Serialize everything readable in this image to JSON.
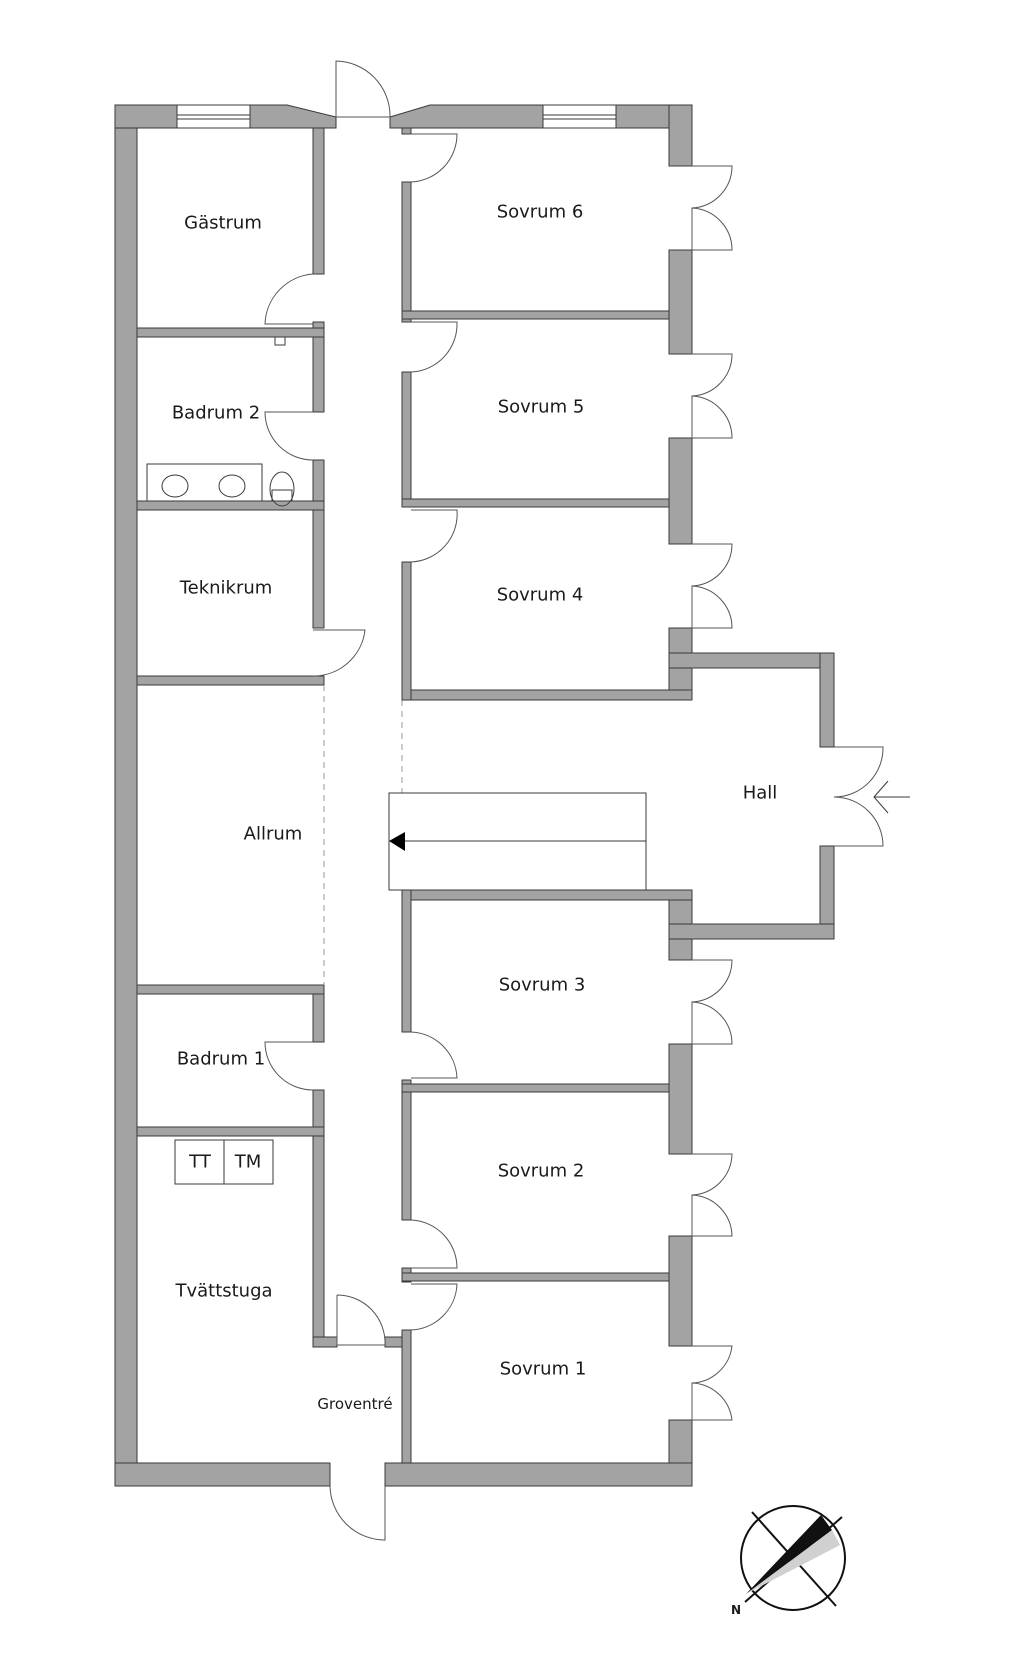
{
  "floorplan": {
    "rooms": [
      {
        "id": "gastrum",
        "label": "Gästrum"
      },
      {
        "id": "badrum2",
        "label": "Badrum 2"
      },
      {
        "id": "teknikrum",
        "label": "Teknikrum"
      },
      {
        "id": "allrum",
        "label": "Allrum"
      },
      {
        "id": "badrum1",
        "label": "Badrum 1"
      },
      {
        "id": "tvattstuga",
        "label": "Tvättstuga"
      },
      {
        "id": "groventre",
        "label": "Groventré"
      },
      {
        "id": "sovrum6",
        "label": "Sovrum 6"
      },
      {
        "id": "sovrum5",
        "label": "Sovrum 5"
      },
      {
        "id": "sovrum4",
        "label": "Sovrum 4"
      },
      {
        "id": "hall",
        "label": "Hall"
      },
      {
        "id": "sovrum3",
        "label": "Sovrum 3"
      },
      {
        "id": "sovrum2",
        "label": "Sovrum 2"
      },
      {
        "id": "sovrum1",
        "label": "Sovrum 1"
      }
    ],
    "appliances": {
      "tt": "TT",
      "tm": "TM"
    },
    "compass": {
      "north_label": "N"
    },
    "colors": {
      "wall": "#a3a3a3",
      "line": "#3a3a3a",
      "background": "#ffffff"
    }
  }
}
